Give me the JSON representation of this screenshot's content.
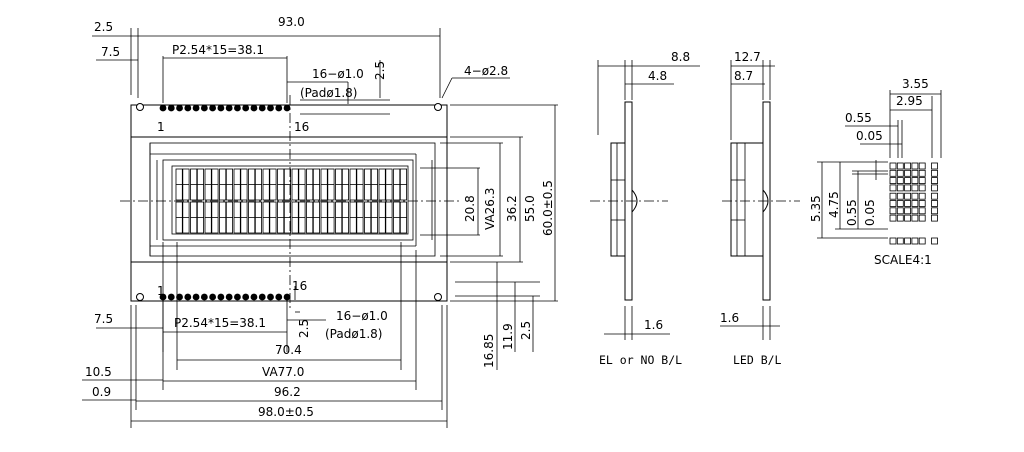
{
  "front": {
    "width_93": "93.0",
    "offset_2_5": "2.5",
    "offset_7_5": "7.5",
    "pitch_top": "P2.54*15=38.1",
    "pins_top": "16−ø1.0",
    "pad_top": "(Padø1.8)",
    "pin_offset_2_5": "2.5",
    "mount_holes": "4−ø2.8",
    "pin1_top": "1",
    "pin16_top": "16",
    "pin1_bottom": "1",
    "pin16_bottom": "16",
    "offset_7_5_bottom": "7.5",
    "pitch_bottom": "P2.54*15=38.1",
    "pin_offset_2_5_bottom": "2.5",
    "pins_bottom": "16−ø1.0",
    "pad_bottom": "(Padø1.8)",
    "w_70_4": "70.4",
    "va_77": "VA77.0",
    "w_96_2": "96.2",
    "w_98": "98.0±0.5",
    "left_10_5": "10.5",
    "left_0_9": "0.9",
    "h_20_8": "20.8",
    "va_26_3": "VA26.3",
    "h_36_2": "36.2",
    "h_55": "55.0",
    "h_60": "60.0±0.5",
    "h_16_85": "16.85",
    "h_11_9": "11.9",
    "h_2_5": "2.5"
  },
  "side_el": {
    "d_8_8": "8.8",
    "d_4_8": "4.8",
    "d_1_6": "1.6",
    "caption": "EL or NO B/L"
  },
  "side_led": {
    "d_12_7": "12.7",
    "d_8_7": "8.7",
    "d_1_6": "1.6",
    "caption": "LED B/L"
  },
  "detail": {
    "d_3_55": "3.55",
    "d_2_95": "2.95",
    "d_0_55_h": "0.55",
    "d_0_05_h": "0.05",
    "d_5_35": "5.35",
    "d_4_75": "4.75",
    "d_0_55_v": "0.55",
    "d_0_05_v": "0.05",
    "scale": "SCALE4:1"
  }
}
